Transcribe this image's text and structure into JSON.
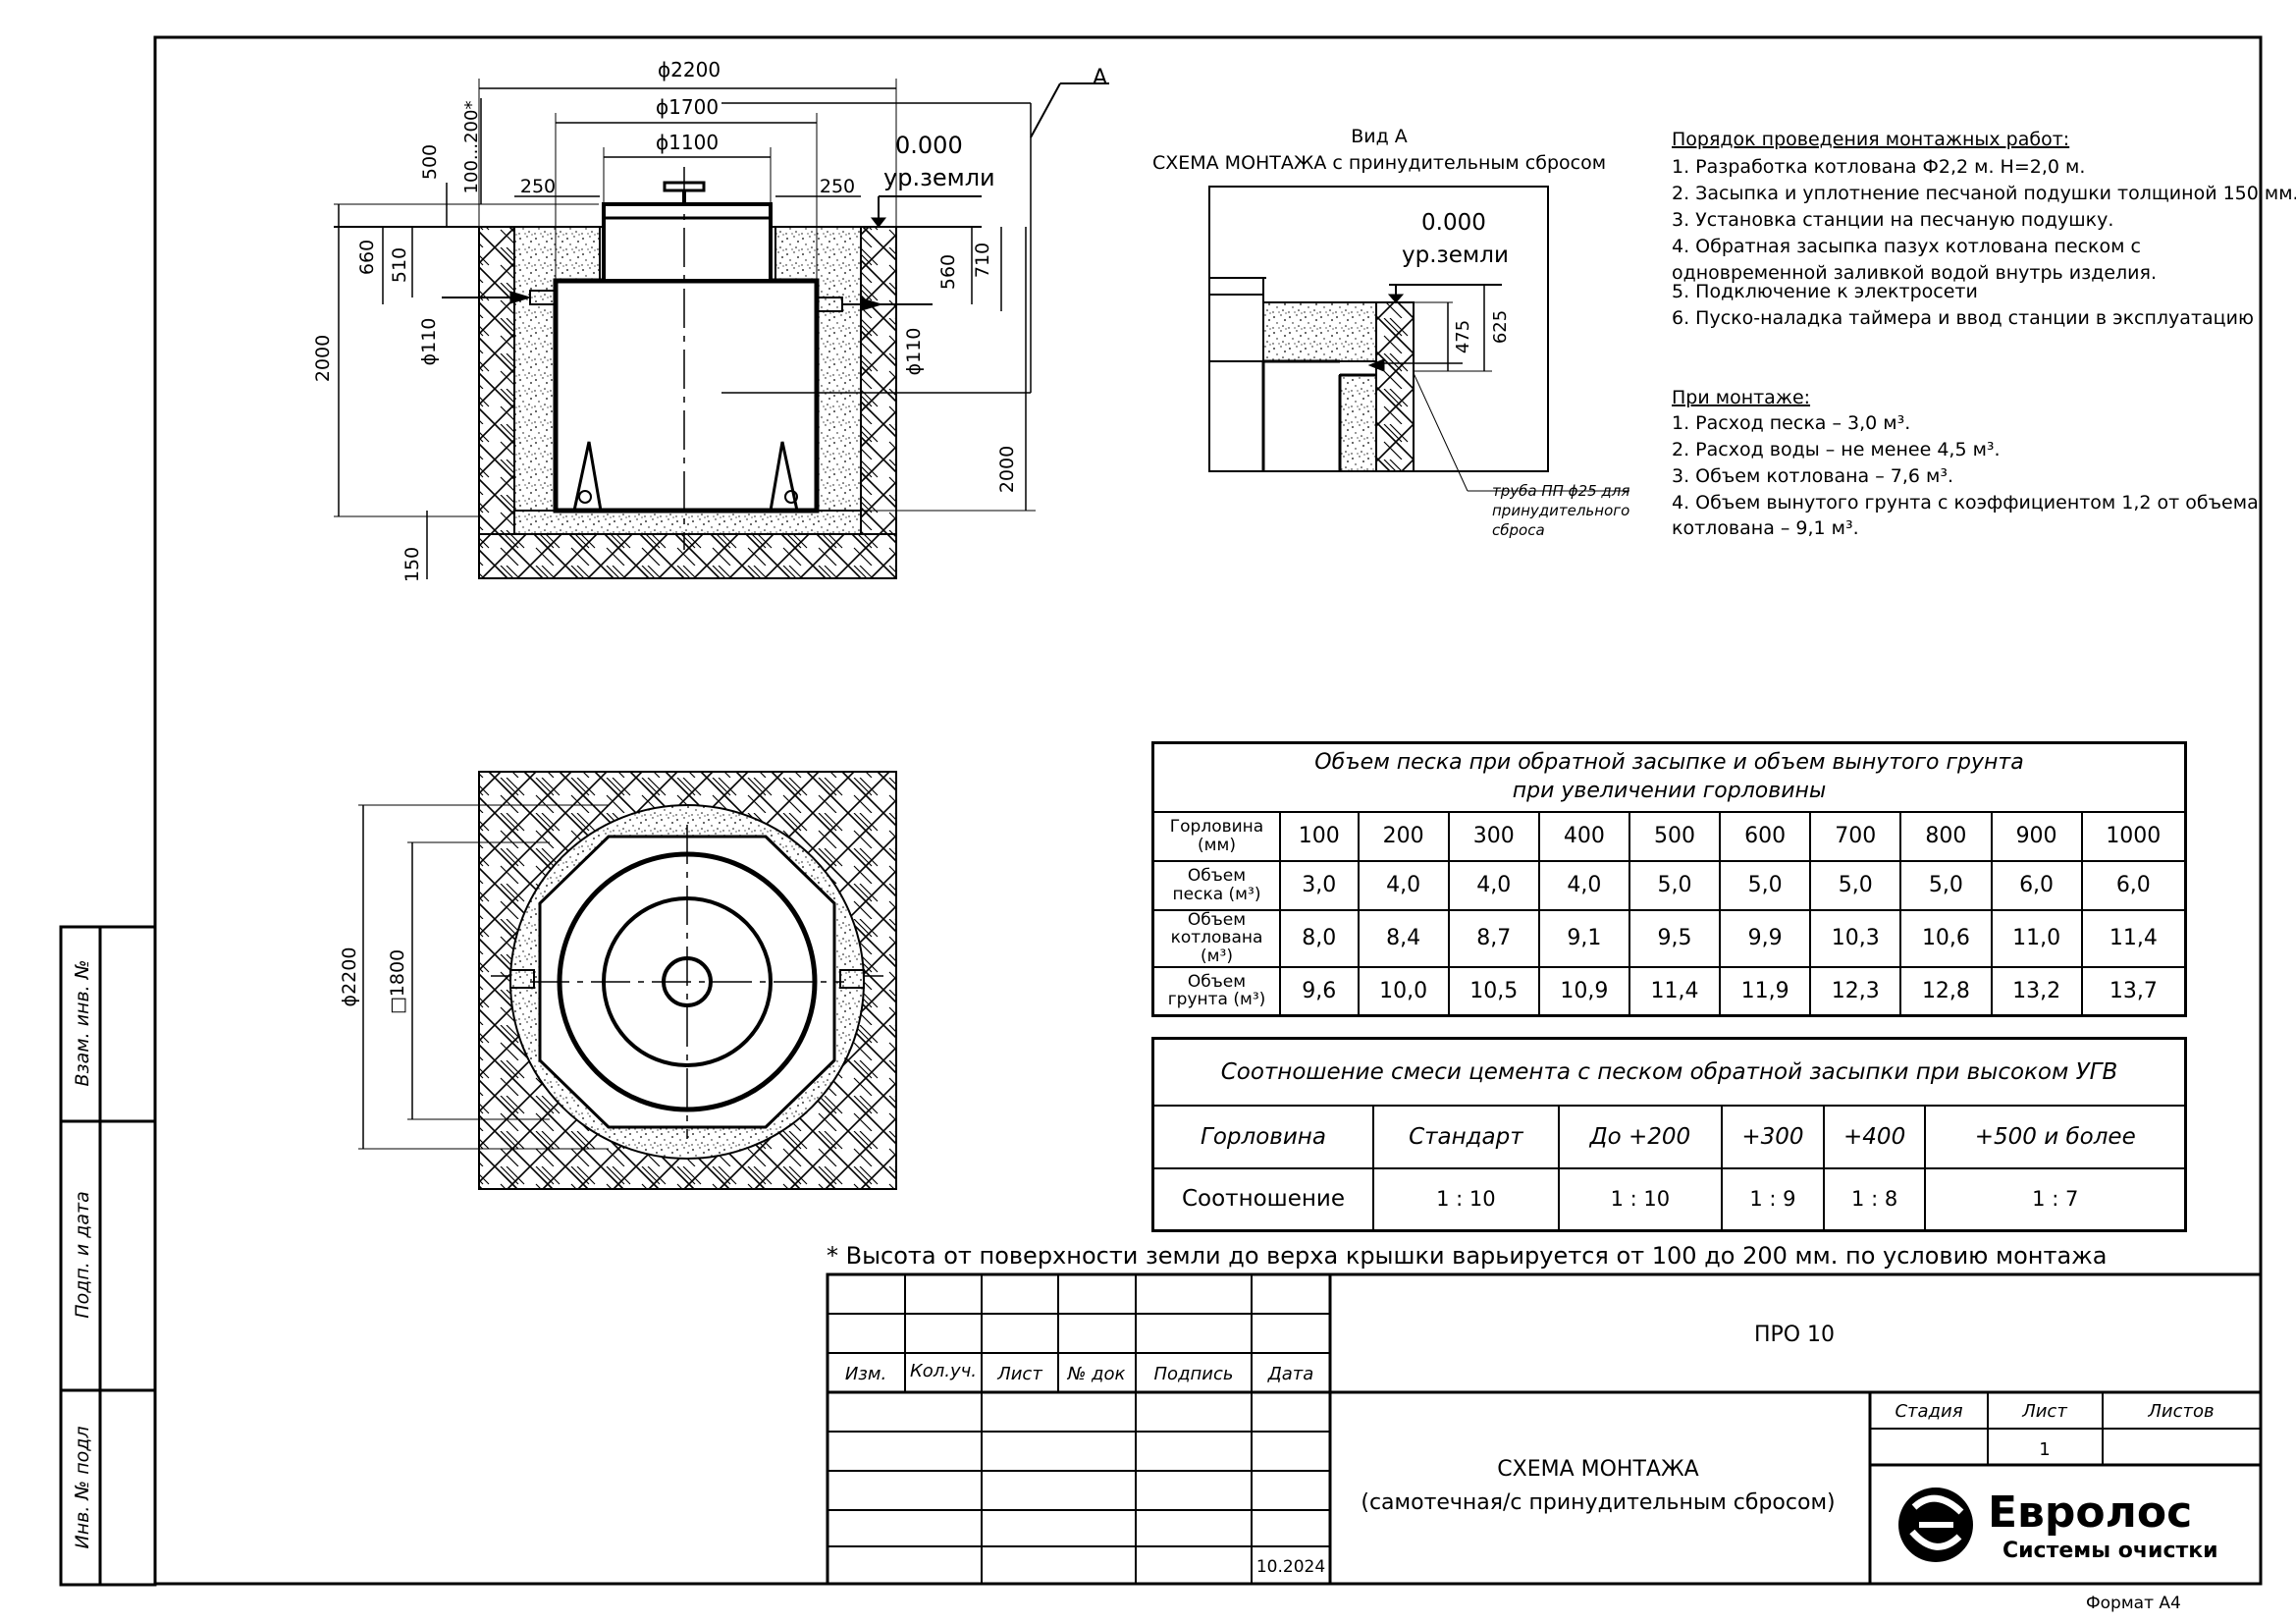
{
  "drawing": {
    "dims": {
      "d2200": "ϕ2200",
      "d1700": "ϕ1700",
      "d1100": "ϕ1100",
      "v500": "500",
      "v100_200": "100...200*",
      "h250_left": "250",
      "h250_right": "250",
      "v660": "660",
      "v510": "510",
      "v2000_left": "2000",
      "pipe_left": "ϕ110",
      "pipe_right": "ϕ110",
      "v560": "560",
      "v710": "710",
      "v2000_right": "2000",
      "v150": "150",
      "plan_d2200": "ϕ2200",
      "plan_sq1800": "□1800"
    },
    "level_value": "0.000",
    "level_label": "ур.земли",
    "callout_a": "А"
  },
  "view_a": {
    "title_line1": "Вид А",
    "title_line2": "СХЕМА МОНТАЖА с принудительным сбросом",
    "level_value": "0.000",
    "level_label": "ур.земли",
    "dim_475": "475",
    "dim_625": "625",
    "pipe_note_line1": "труба ПП ϕ25 для",
    "pipe_note_line2": "принудительного",
    "pipe_note_line3": "сброса"
  },
  "notes": {
    "heading": "Порядок проведения монтажных работ:",
    "steps": [
      "1. Разработка котлована Ф2,2 м. Н=2,0 м.",
      "2. Засыпка и уплотнение песчаной подушки толщиной 150 мм.",
      "3. Установка станции на песчаную подушку.",
      "4. Обратная засыпка пазух котлована песком с",
      "одновременной заливкой водой внутрь изделия.",
      "5. Подключение к электросети",
      "6. Пуско-наладка таймера и ввод станции в эксплуатацию"
    ],
    "mount_heading": "При монтаже:",
    "mount_items": [
      "1. Расход песка – 3,0 м³.",
      "2. Расход воды – не менее 4,5 м³.",
      "3. Объем котлована – 7,6 м³.",
      "4. Объем вынутого грунта с коэффициентом 1,2 от объема",
      "котлована – 9,1 м³."
    ]
  },
  "volume_table": {
    "title_line1": "Объем песка при обратной засыпке и объем вынутого грунта",
    "title_line2": "при увеличении горловины",
    "rows": [
      {
        "h1": "Горловина",
        "h2": "(мм)",
        "values": [
          "100",
          "200",
          "300",
          "400",
          "500",
          "600",
          "700",
          "800",
          "900",
          "1000"
        ]
      },
      {
        "h1": "Объем",
        "h2": "песка (м³)",
        "values": [
          "3,0",
          "4,0",
          "4,0",
          "4,0",
          "5,0",
          "5,0",
          "5,0",
          "5,0",
          "6,0",
          "6,0"
        ]
      },
      {
        "h1": "Объем",
        "h2": "котлована (м³)",
        "values": [
          "8,0",
          "8,4",
          "8,7",
          "9,1",
          "9,5",
          "9,9",
          "10,3",
          "10,6",
          "11,0",
          "11,4"
        ]
      },
      {
        "h1": "Объем",
        "h2": "грунта (м³)",
        "values": [
          "9,6",
          "10,0",
          "10,5",
          "10,9",
          "11,4",
          "11,9",
          "12,3",
          "12,8",
          "13,2",
          "13,7"
        ]
      }
    ]
  },
  "ratio_table": {
    "title": "Соотношение смеси цемента с песком обратной засыпки при высоком УГВ",
    "header": [
      "Горловина",
      "Стандарт",
      "До +200",
      "+300",
      "+400",
      "+500 и более"
    ],
    "row": [
      "Соотношение",
      "1 : 10",
      "1 : 10",
      "1 : 9",
      "1 : 8",
      "1 : 7"
    ]
  },
  "footnote": "* Высота от поверхности земли до верха крышки варьируется от 100 до 200 мм. по условию монтажа",
  "side_stamp": {
    "vzam": "Взам. инв. №",
    "podp": "Подп. и дата",
    "inv": "Инв. № подл"
  },
  "title_block": {
    "cols": [
      "Изм.",
      "Кол.уч.",
      "Лист",
      "№ док",
      "Подпись",
      "Дата"
    ],
    "date": "10.2024",
    "product": "ПРО 10",
    "name_line1": "СХЕМА МОНТАЖА",
    "name_line2": "(самотечная/с принудительным сбросом)",
    "stage_label": "Стадия",
    "sheet_label": "Лист",
    "sheets_label": "Листов",
    "sheet_value": "1",
    "company_name": "Евролос",
    "company_sub": "Системы очистки",
    "format": "Формат А4"
  }
}
